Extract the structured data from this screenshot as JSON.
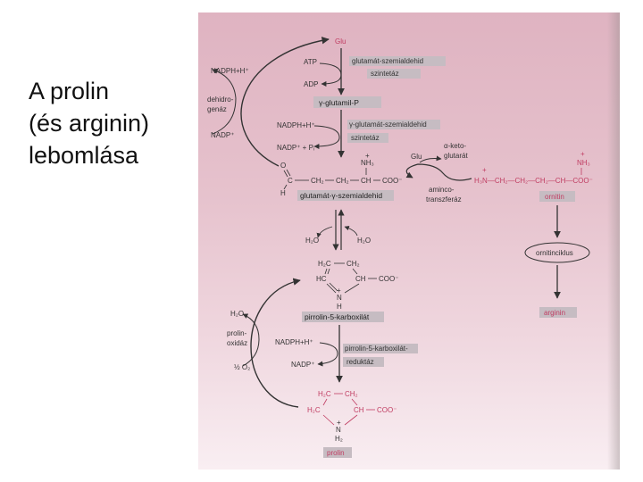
{
  "slide": {
    "title_lines": [
      "A prolin",
      "(és arginin)",
      "lebomlása"
    ]
  },
  "colors": {
    "panel_background": "#e3bcc8",
    "label_box": "#c6bcc2",
    "accent_red": "#c03d62",
    "arrow": "#333333"
  },
  "pathway": {
    "glu": "Glu",
    "step1": {
      "enzyme_line1": "glutamát-szemialdehid",
      "enzyme_line2": "szintetáz",
      "atp": "ATP",
      "adp": "ADP",
      "nadph_h": "NADPH+H⁺",
      "dehydrogenase_line1": "dehidro-",
      "dehydrogenase_line2": "genáz",
      "nadp": "NADP⁺"
    },
    "intermediate1": "γ-glutamil-P",
    "step2": {
      "nadph_h": "NADPH+H⁺",
      "nadp_pi": "NADP⁺ + Pᵢ",
      "enzyme_line1": "γ-glutamát-szemialdehid",
      "enzyme_line2": "szintetáz"
    },
    "semialdehyde": {
      "label": "glutamát-γ-szemialdehid",
      "o": "O",
      "h": "H",
      "c": "C",
      "ch2_a": "CH₂",
      "ch2_b": "CH₂",
      "ch": "CH",
      "coo": "COO⁻",
      "nh3": "NH₃",
      "plus": "+"
    },
    "transamination": {
      "glu": "Glu",
      "ketoglutarate_line1": "α-keto-",
      "ketoglutarate_line2": "glutarát",
      "enzyme_line1": "aminco-",
      "enzyme_line2": "transzferáz"
    },
    "ornithine": {
      "formula": "H₃N—CH₂—CH₂—CH₂—CH—COO⁻",
      "nh3": "NH₃",
      "plus": "+",
      "plus_n": "+",
      "label": "ornitin",
      "cycle": "ornitinciklus",
      "product": "arginin"
    },
    "water": {
      "left": "H₂O",
      "right": "H₂O"
    },
    "p5c": {
      "h2c": "H₂C",
      "ch2": "CH₂",
      "hc": "HC",
      "ch": "CH",
      "coo": "COO⁻",
      "n": "N",
      "h": "H",
      "plus": "+",
      "label": "pirrolin-5-karboxilát"
    },
    "step3": {
      "nadph_h": "NADPH+H⁺",
      "nadp": "NADP⁺",
      "enzyme_line1": "pirrolin-5-karboxilát-",
      "enzyme_line2": "reduktáz"
    },
    "oxidase": {
      "h2o": "H₂O",
      "line1": "prolin-",
      "line2": "oxidáz",
      "half_o2": "½ O₂"
    },
    "proline": {
      "h2c_top": "H₂C",
      "ch2_top": "CH₂",
      "h2c_bottom": "H₂C",
      "ch": "CH",
      "coo": "COO⁻",
      "n": "N",
      "h2": "H₂",
      "plus": "+",
      "label": "prolin"
    }
  }
}
